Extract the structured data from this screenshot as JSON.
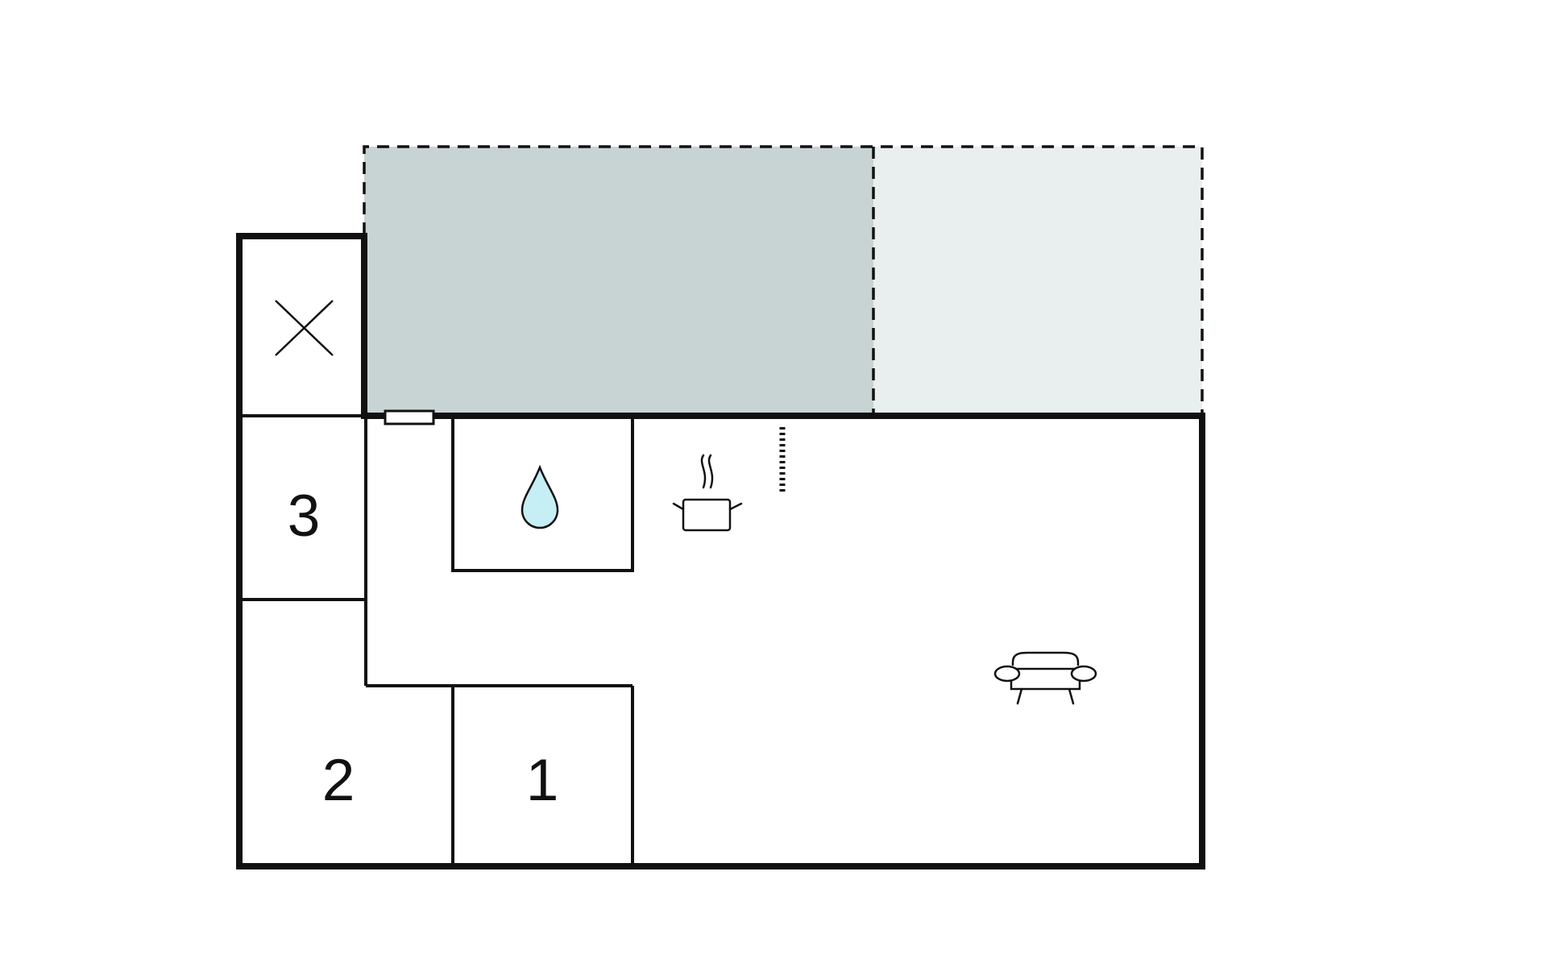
{
  "floor_plan": {
    "rooms": [
      {
        "id": "room-1",
        "number": "1",
        "kind": "bedroom"
      },
      {
        "id": "room-2",
        "number": "2",
        "kind": "bedroom"
      },
      {
        "id": "room-3",
        "number": "3",
        "kind": "bedroom"
      },
      {
        "id": "bathroom",
        "kind": "bathroom",
        "icon": "water-drop-icon"
      },
      {
        "id": "utility",
        "kind": "utility room",
        "icon": "cross-icon"
      },
      {
        "id": "kitchen",
        "kind": "kitchen",
        "icon": "cooking-pot-icon"
      },
      {
        "id": "living",
        "kind": "living room",
        "icon": "sofa-icon"
      }
    ],
    "outdoor_areas": [
      {
        "id": "covered-terrace",
        "fill": "#c8d4d4"
      },
      {
        "id": "open-terrace",
        "fill": "#e9eeee"
      }
    ],
    "colors": {
      "wall": "#111111",
      "water": "#c5eef5",
      "background": "#ffffff"
    }
  }
}
